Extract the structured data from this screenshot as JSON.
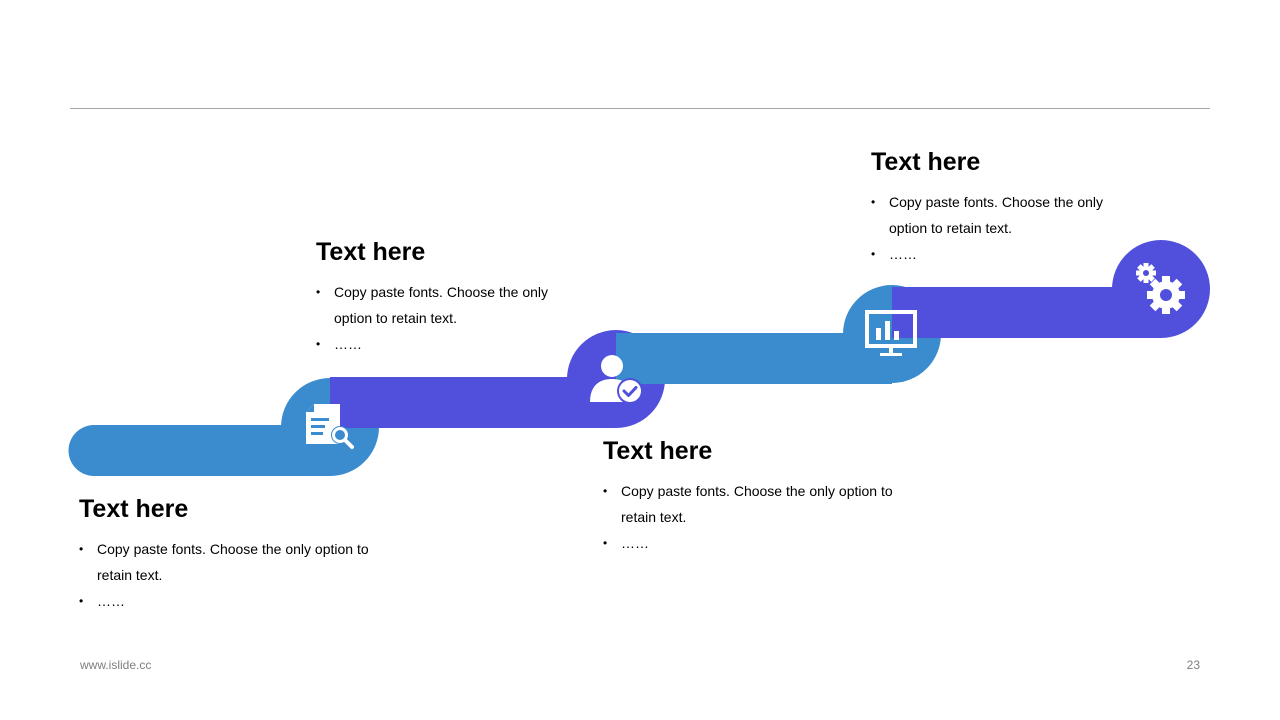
{
  "colors": {
    "blue": "#3a8ccf",
    "purple": "#5050dc",
    "icon": "#ffffff",
    "rule": "#a6a6a6"
  },
  "steps": [
    {
      "title": "Text here",
      "bullets": [
        "Copy paste fonts. Choose the only option to",
        "retain text.",
        "……"
      ],
      "icon": "document-search-icon"
    },
    {
      "title": "Text here",
      "bullets": [
        "Copy paste fonts. Choose the only",
        "option to retain text.",
        "……"
      ],
      "icon": "user-check-icon"
    },
    {
      "title": "Text here",
      "bullets": [
        "Copy paste fonts. Choose the only option to",
        "retain text.",
        "……"
      ],
      "icon": "presentation-chart-icon"
    },
    {
      "title": "Text here",
      "bullets": [
        "Copy paste fonts. Choose the only",
        "option to retain text.",
        "……"
      ],
      "icon": "gears-icon"
    }
  ],
  "footer": {
    "url": "www.islide.cc",
    "page": "23"
  }
}
